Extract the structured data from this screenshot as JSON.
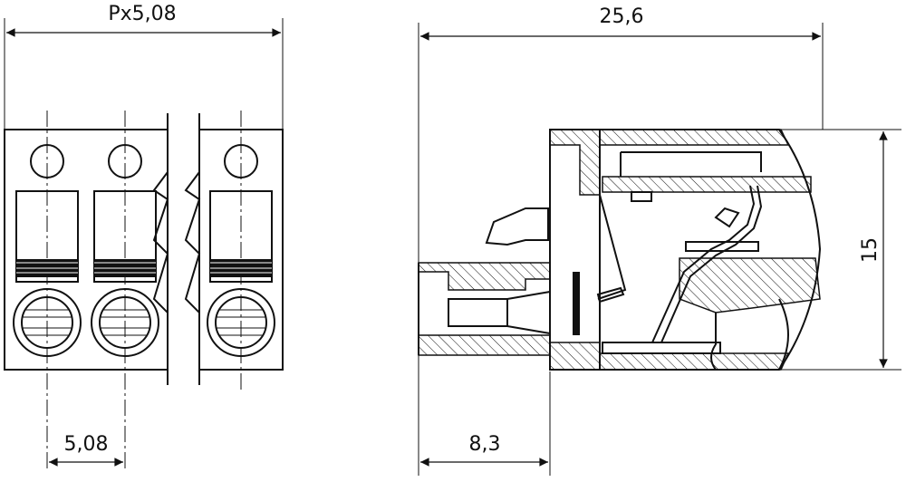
{
  "dimensions": {
    "pitch_label": "Px5,08",
    "pitch_single": "5,08",
    "total_length": "25,6",
    "height": "15",
    "insert_depth": "8,3"
  }
}
